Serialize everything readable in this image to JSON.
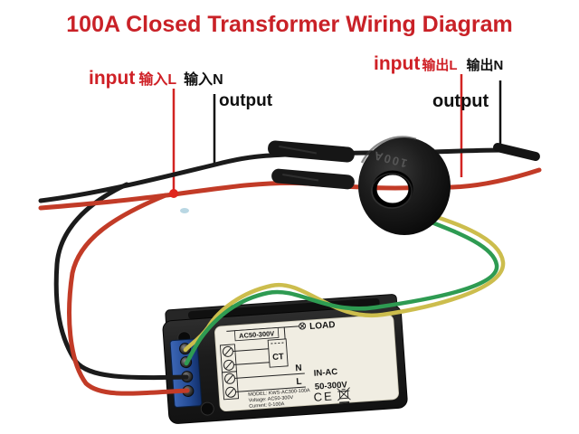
{
  "title": "100A Closed Transformer Wiring Diagram",
  "annotations": {
    "left": {
      "input": "input",
      "line_l": "输入L",
      "line_n": "输入N",
      "output": "output"
    },
    "right": {
      "input": "input",
      "line_l": "输出L",
      "line_n": "输出N",
      "output": "output"
    }
  },
  "transformer": {
    "marking": "100A"
  },
  "meter": {
    "rating_box": "AC50-300V",
    "load": "LOAD",
    "ct": "CT",
    "n": "N",
    "in_ac": "IN-AC",
    "l": "L",
    "range": "50-300V",
    "model": "MODEL: KWS-AC300-100A",
    "voltage": "Voltage: AC50-300V",
    "current": "Current: 0-100A",
    "ce": "CE"
  },
  "colors": {
    "title_red": "#c92127",
    "wire_red": "#c23b27",
    "wire_black": "#1b1b1b",
    "wire_green": "#2e9b52",
    "wire_yellow": "#ccbd4d",
    "panel_cream": "#f0ede2",
    "terminal_blue": "#2b55a0"
  }
}
